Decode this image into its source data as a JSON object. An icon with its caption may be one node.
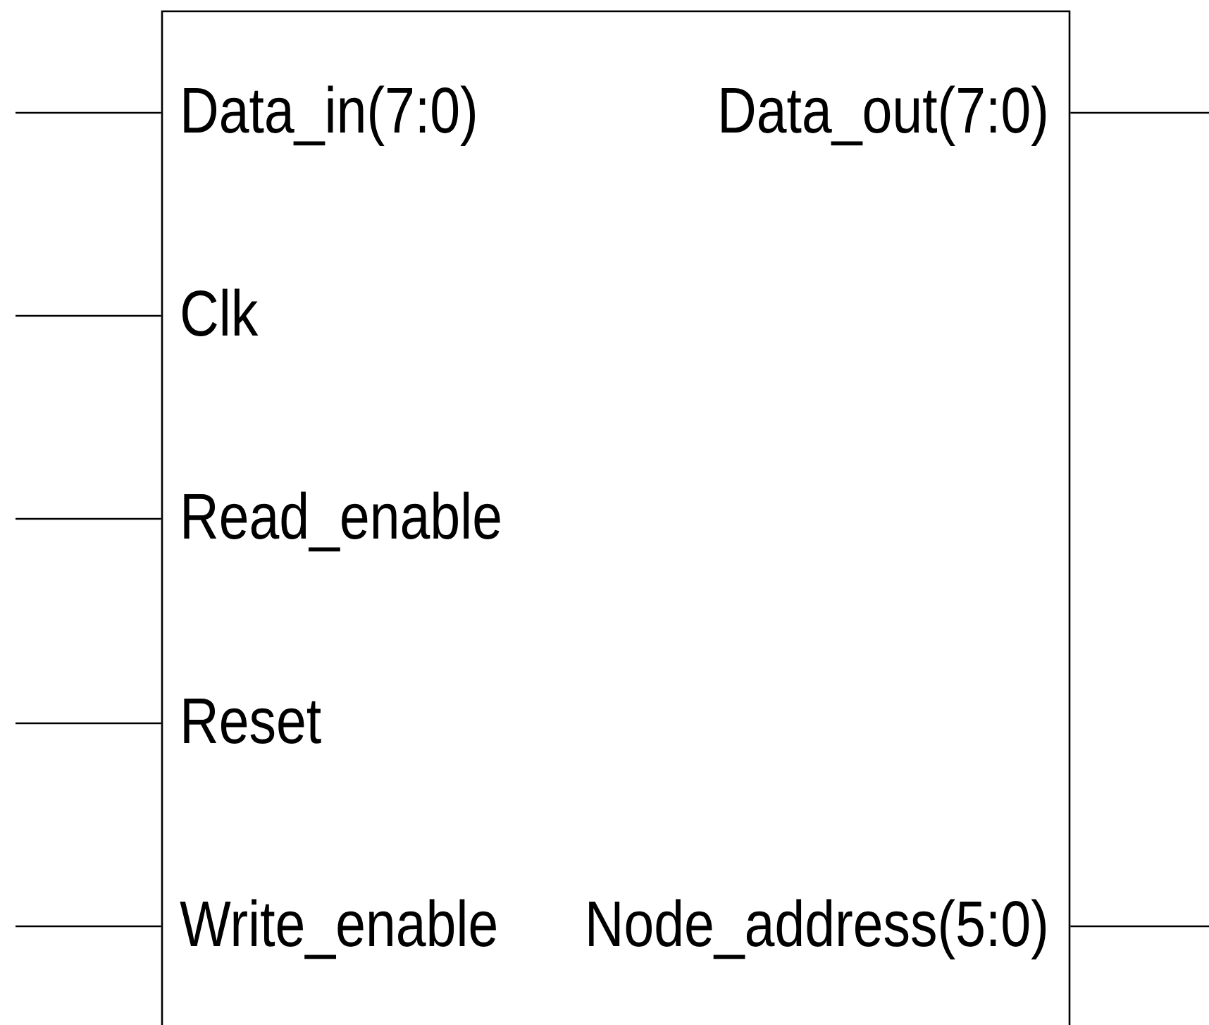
{
  "diagram": {
    "nodes": [
      {
        "text": [],
        "shape": "box"
      },
      {
        "text": [
          "Data_in(7:0)"
        ],
        "in": 0
      },
      {
        "text": [
          "Clk"
        ],
        "in": 0
      },
      {
        "text": [
          "Read_enable"
        ],
        "in": 0
      },
      {
        "text": [
          "Reset"
        ],
        "in": 0
      },
      {
        "text": [
          "Write_enable"
        ],
        "in": 0
      },
      {
        "text": [
          "Data_out(7:0)"
        ],
        "in": 0
      },
      {
        "text": [
          "Node_address(5:0)"
        ],
        "in": 0
      }
    ],
    "edges": [
      {
        "from": null,
        "to": 1,
        "arrow": "none"
      },
      {
        "from": null,
        "to": 2,
        "arrow": "none"
      },
      {
        "from": null,
        "to": 3,
        "arrow": "none"
      },
      {
        "from": null,
        "to": 4,
        "arrow": "none"
      },
      {
        "from": null,
        "to": 5,
        "arrow": "none"
      },
      {
        "from": 6,
        "to": null,
        "arrow": "none"
      },
      {
        "from": 7,
        "to": null,
        "arrow": "none"
      }
    ]
  }
}
